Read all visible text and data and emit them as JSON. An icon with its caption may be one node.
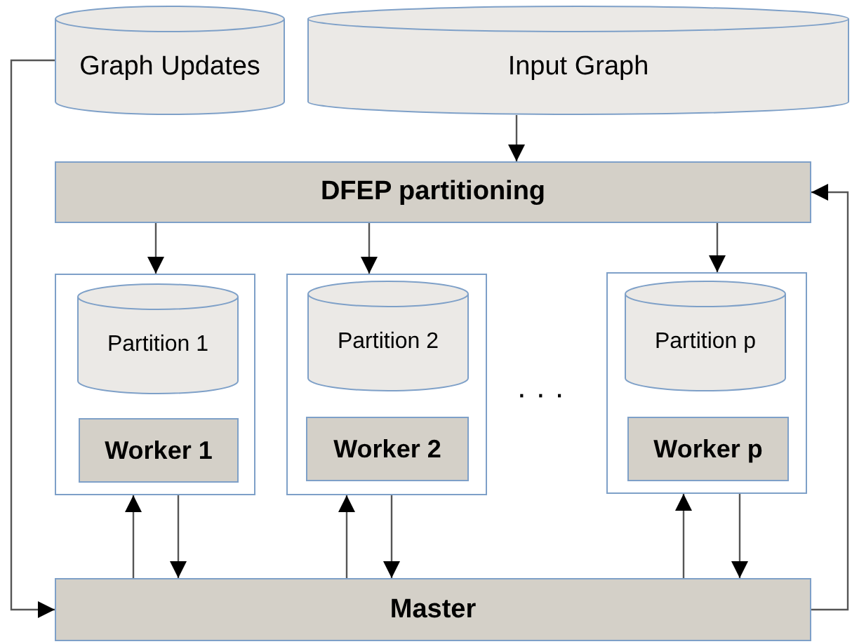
{
  "diagram": {
    "nodes": [
      {
        "text": [
          "Graph Updates"
        ]
      },
      {
        "text": [
          "Input Graph"
        ]
      },
      {
        "text": [
          "DFEP partitioning"
        ]
      },
      {
        "text": [],
        "shape": "box"
      },
      {
        "text": [
          "Partition 1"
        ],
        "in": 3
      },
      {
        "text": [
          "Worker 1"
        ],
        "in": 3
      },
      {
        "text": [],
        "shape": "box"
      },
      {
        "text": [
          "Partition 2"
        ],
        "in": 6
      },
      {
        "text": [
          "Worker 2"
        ],
        "in": 6
      },
      {
        "text": [],
        "shape": "box"
      },
      {
        "text": [
          "Partition p"
        ],
        "in": 9
      },
      {
        "text": [
          "Worker p"
        ],
        "in": 9
      },
      {
        "text": [
          "Master"
        ]
      }
    ],
    "edges": [
      {
        "from": 1,
        "to": 2,
        "arrow": "to"
      },
      {
        "from": 2,
        "to": 3,
        "arrow": "to"
      },
      {
        "from": 2,
        "to": 6,
        "arrow": "to"
      },
      {
        "from": 2,
        "to": 9,
        "arrow": "to"
      },
      {
        "from": 12,
        "to": 3,
        "arrow": "to"
      },
      {
        "from": 3,
        "to": 12,
        "arrow": "to"
      },
      {
        "from": 12,
        "to": 6,
        "arrow": "to"
      },
      {
        "from": 6,
        "to": 12,
        "arrow": "to"
      },
      {
        "from": 12,
        "to": 9,
        "arrow": "to"
      },
      {
        "from": 9,
        "to": 12,
        "arrow": "to"
      },
      {
        "from": 0,
        "to": 12,
        "arrow": "to"
      },
      {
        "from": 12,
        "to": 2,
        "arrow": "to"
      }
    ],
    "labels": [
      "· · ·"
    ]
  }
}
